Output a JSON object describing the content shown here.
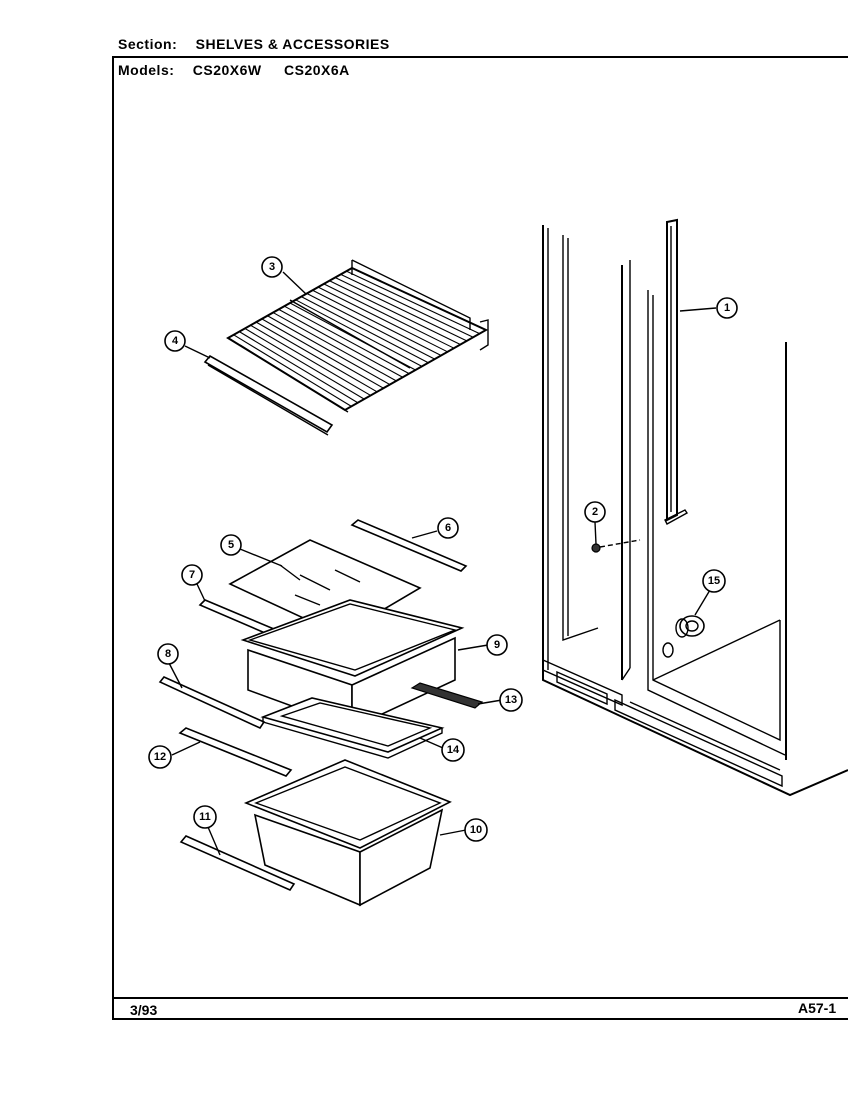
{
  "header": {
    "section_label": "Section:",
    "section_value": "SHELVES & ACCESSORIES",
    "models_label": "Models:",
    "model_1": "CS20X6W",
    "model_2": "CS20X6A"
  },
  "footer": {
    "date": "3/93",
    "page_code": "A57-1"
  },
  "callouts": {
    "c1": "1",
    "c2": "2",
    "c3": "3",
    "c4": "4",
    "c5": "5",
    "c6": "6",
    "c7": "7",
    "c8": "8",
    "c9": "9",
    "c10": "10",
    "c11": "11",
    "c12": "12",
    "c13": "13",
    "c14": "14",
    "c15": "15"
  }
}
